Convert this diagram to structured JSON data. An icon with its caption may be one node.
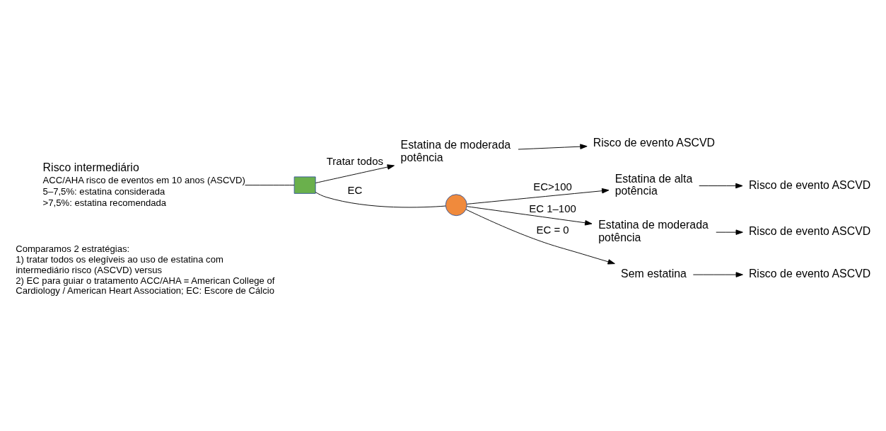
{
  "diagram": {
    "nodes": [
      {
        "text": [
          "Risco intermediário",
          "ACC/AHA risco de eventos em 10 anos (ASCVD)",
          "5–7,5%: estatina considerada",
          ">7,5%: estatina recomendada"
        ]
      },
      {
        "text": [],
        "shape": "box"
      },
      {
        "text": [
          "Estatina de moderada potência"
        ]
      },
      {
        "text": [
          "Risco de evento ASCVD"
        ]
      },
      {
        "text": [],
        "shape": "circle"
      },
      {
        "text": [
          "Estatina de alta potência"
        ]
      },
      {
        "text": [
          "Risco de evento ASCVD"
        ]
      },
      {
        "text": [
          "Estatina de moderada potência"
        ]
      },
      {
        "text": [
          "Risco de evento ASCVD"
        ]
      },
      {
        "text": [
          "Sem estatina"
        ]
      },
      {
        "text": [
          "Risco de evento ASCVD"
        ]
      }
    ],
    "edges": [
      {
        "from": 0,
        "to": 1,
        "arrow": "none"
      },
      {
        "from": 1,
        "to": 2,
        "arrow": "to",
        "label": "Tratar todos"
      },
      {
        "from": 2,
        "to": 3,
        "arrow": "to"
      },
      {
        "from": 1,
        "to": 4,
        "arrow": "none",
        "label": "EC"
      },
      {
        "from": 4,
        "to": 5,
        "arrow": "to",
        "label": "EC>100"
      },
      {
        "from": 5,
        "to": 6,
        "arrow": "to"
      },
      {
        "from": 4,
        "to": 7,
        "arrow": "to",
        "label": "EC 1–100"
      },
      {
        "from": 7,
        "to": 8,
        "arrow": "to"
      },
      {
        "from": 4,
        "to": 9,
        "arrow": "to",
        "label": "EC = 0"
      },
      {
        "from": 9,
        "to": 10,
        "arrow": "to"
      }
    ],
    "labels": [
      "Comparamos 2 estratégias:",
      "1) tratar todos os elegíveis ao uso de estatina com intermediário risco (ASCVD) versus",
      "2) EC para guiar o tratamento ACC/AHA = American College of Cardiology / American Heart Association; EC: Escore de Cálcio"
    ]
  }
}
